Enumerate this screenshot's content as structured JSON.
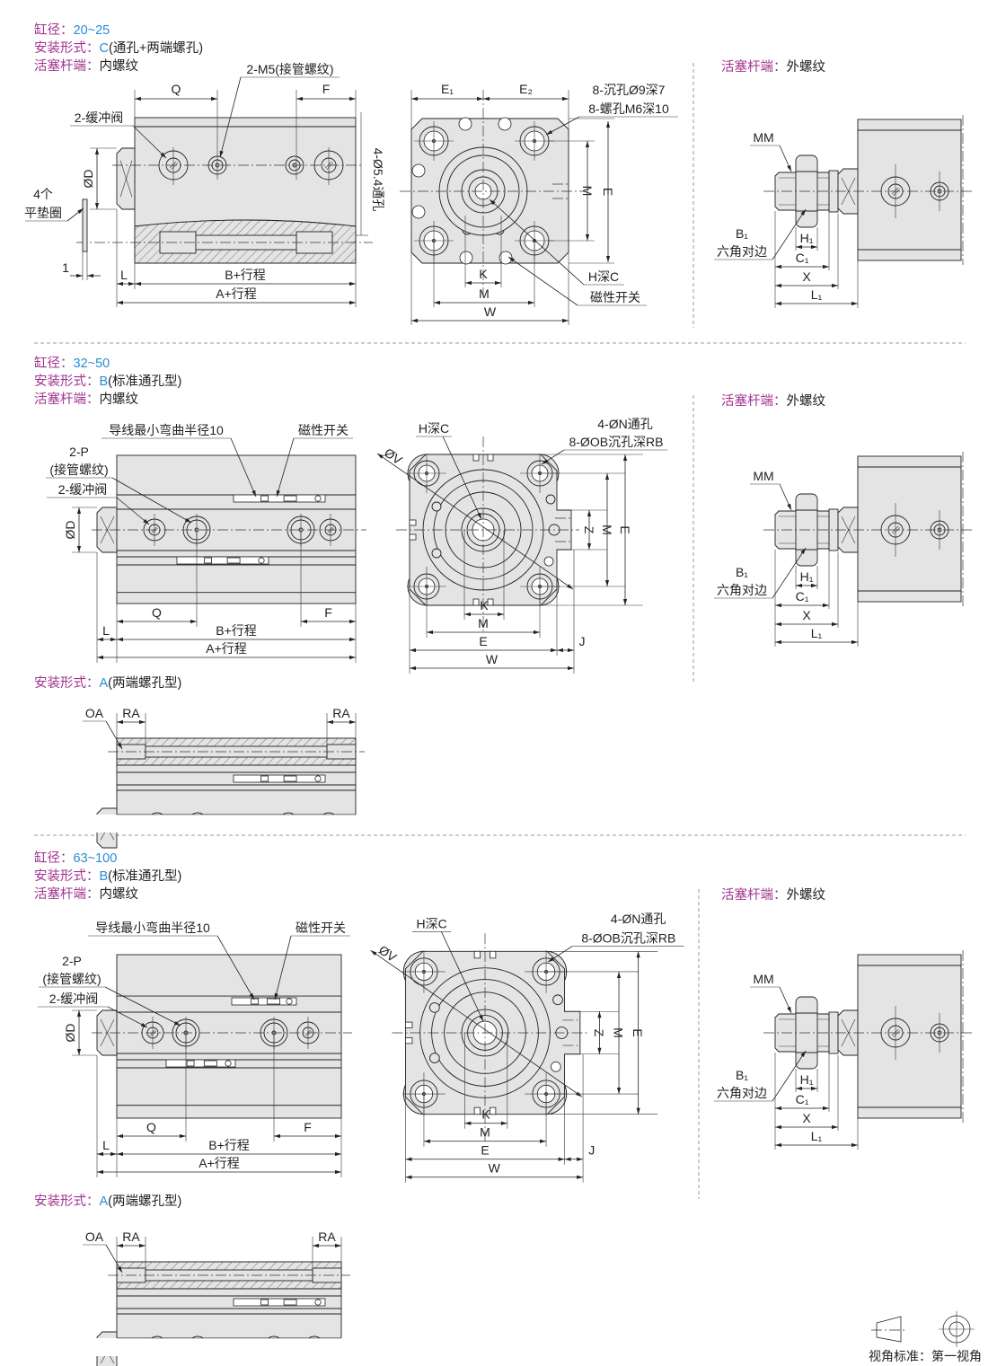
{
  "colors": {
    "label": "#a0338f",
    "value": "#2a8dd4",
    "fill": "#e4e4e4"
  },
  "sections": [
    {
      "header": {
        "bore_label": "缸径：",
        "bore_value": "20~25",
        "mount_label": "安装形式：",
        "mount_code": "C",
        "mount_desc": "(通孔+两端螺孔)",
        "rod_label": "活塞杆端：",
        "rod_value": "内螺纹"
      },
      "side": {
        "cushion": "2-缓冲阀",
        "port": "2-M5(接管螺纹)",
        "washer_count": "4个",
        "washer": "平垫圈",
        "washer_thk": "1",
        "through_hole": "4-Ø5.4通孔",
        "q": "Q",
        "f": "F",
        "l": "L",
        "d": "ØD",
        "b": "B+行程",
        "a": "A+行程"
      },
      "front": {
        "e1": "E₁",
        "e2": "E₂",
        "counterbore": "8-沉孔Ø9深7",
        "tapped": "8-螺孔M6深10",
        "m_v": "M",
        "e_v": "E",
        "k": "K",
        "m_h": "M",
        "w": "W",
        "h_depth": "H深C",
        "switch": "磁性开关"
      },
      "right": {
        "label": "活塞杆端：",
        "value": "外螺纹",
        "mm": "MM",
        "b1": "B₁",
        "hex_flats": "六角对边",
        "h1": "H₁",
        "c1": "C₁",
        "x": "X",
        "l1": "L₁"
      }
    },
    {
      "header": {
        "bore_label": "缸径：",
        "bore_value": "32~50",
        "mount_label": "安装形式：",
        "mount_code": "B",
        "mount_desc": "(标准通孔型)",
        "rod_label": "活塞杆端：",
        "rod_value": "内螺纹"
      },
      "side": {
        "wire": "导线最小弯曲半径10",
        "switch": "磁性开关",
        "port": "2-P",
        "port_desc": "(接管螺纹)",
        "cushion": "2-缓冲阀",
        "d": "ØD",
        "q": "Q",
        "f": "F",
        "l": "L",
        "b": "B+行程",
        "a": "A+行程"
      },
      "front": {
        "h_depth": "H深C",
        "through": "4-ØN通孔",
        "counterbore": "8-ØOB沉孔深RB",
        "v": "ØV",
        "z": "Z",
        "m_v": "M",
        "e_v": "E",
        "k": "K",
        "m_h": "M",
        "e_h": "E",
        "j": "J",
        "w": "W"
      },
      "right": {
        "label": "活塞杆端：",
        "value": "外螺纹",
        "mm": "MM",
        "b1": "B₁",
        "hex_flats": "六角对边",
        "h1": "H₁",
        "c1": "C₁",
        "x": "X",
        "l1": "L₁"
      },
      "mount_a": {
        "label": "安装形式：",
        "code": "A",
        "desc": "(两端螺孔型)",
        "oa": "OA",
        "ra_left": "RA",
        "ra_right": "RA"
      }
    },
    {
      "header": {
        "bore_label": "缸径：",
        "bore_value": "63~100",
        "mount_label": "安装形式：",
        "mount_code": "B",
        "mount_desc": "(标准通孔型)",
        "rod_label": "活塞杆端：",
        "rod_value": "内螺纹"
      },
      "side": {
        "wire": "导线最小弯曲半径10",
        "switch": "磁性开关",
        "port": "2-P",
        "port_desc": "(接管螺纹)",
        "cushion": "2-缓冲阀",
        "d": "ØD",
        "q": "Q",
        "f": "F",
        "l": "L",
        "b": "B+行程",
        "a": "A+行程"
      },
      "front": {
        "h_depth": "H深C",
        "through": "4-ØN通孔",
        "counterbore": "8-ØOB沉孔深RB",
        "v": "ØV",
        "z": "Z",
        "m_v": "M",
        "e_v": "E",
        "k": "K",
        "m_h": "M",
        "e_h": "E",
        "j": "J",
        "w": "W"
      },
      "right": {
        "label": "活塞杆端：",
        "value": "外螺纹",
        "mm": "MM",
        "b1": "B₁",
        "hex_flats": "六角对边",
        "h1": "H₁",
        "c1": "C₁",
        "x": "X",
        "l1": "L₁"
      },
      "mount_a": {
        "label": "安装形式：",
        "code": "A",
        "desc": "(两端螺孔型)",
        "oa": "OA",
        "ra_left": "RA",
        "ra_right": "RA"
      }
    }
  ],
  "footer": {
    "view_standard": "视角标准：第一视角"
  }
}
